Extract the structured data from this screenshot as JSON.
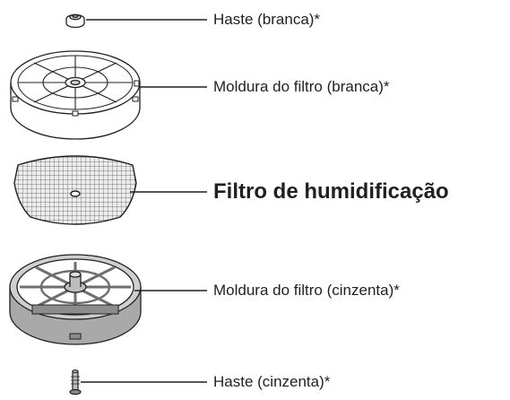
{
  "parts": [
    {
      "id": "haste-branca",
      "label": "Haste (branca)*",
      "emphasis": false
    },
    {
      "id": "moldura-branca",
      "label": "Moldura do filtro (branca)*",
      "emphasis": false
    },
    {
      "id": "filtro",
      "label": "Filtro de humidificação",
      "emphasis": true
    },
    {
      "id": "moldura-cinzenta",
      "label": "Moldura do filtro (cinzenta)*",
      "emphasis": false
    },
    {
      "id": "haste-cinzenta",
      "label": "Haste (cinzenta)*",
      "emphasis": false
    }
  ],
  "colors": {
    "line": "#231f20",
    "white_part_fill": "#ffffff",
    "filter_fill": "#e6e6e6",
    "grey_part_fill": "#bdbdbd",
    "grey_dark": "#8c8c8c"
  }
}
